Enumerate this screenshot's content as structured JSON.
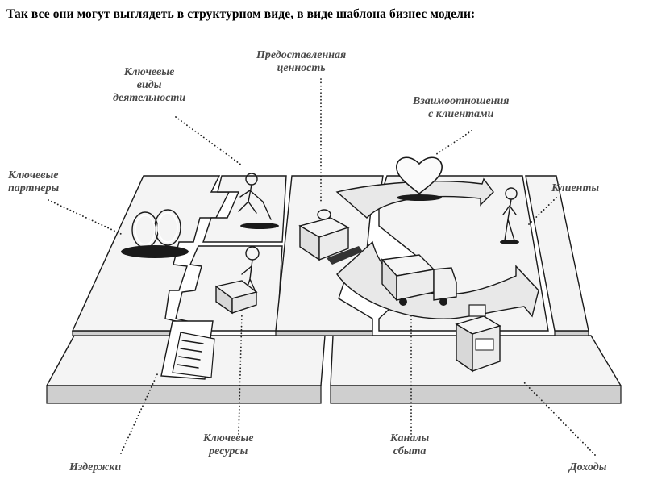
{
  "heading": "Так все они могут выглядеть в структурном виде, в виде шаблона бизнес модели:",
  "labels": {
    "key_activities": [
      "Ключевые",
      "виды",
      "деятельности"
    ],
    "value_proposition": [
      "Предоставленная",
      "ценность"
    ],
    "customer_relationships": [
      "Взаимоотношения",
      "с клиентами"
    ],
    "key_partners": [
      "Ключевые",
      "партнеры"
    ],
    "customers": [
      "Клиенты"
    ],
    "key_resources": [
      "Ключевые",
      "ресурсы"
    ],
    "channels": [
      "Каналы",
      "сбыта"
    ],
    "costs": [
      "Издержки"
    ],
    "revenue": [
      "Доходы"
    ]
  }
}
